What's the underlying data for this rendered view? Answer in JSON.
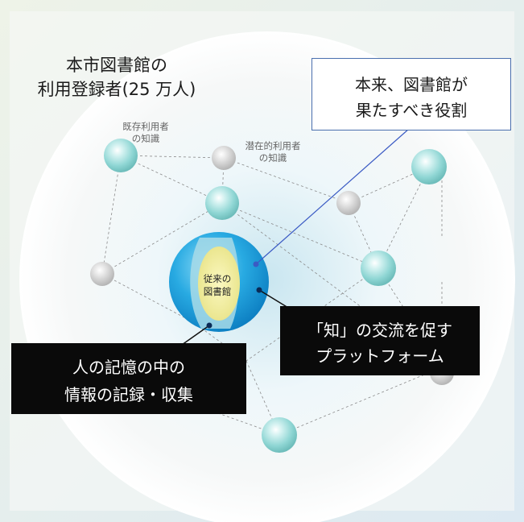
{
  "title": {
    "line1": "本市図書館の",
    "line2": "利用登録者(25 万人)"
  },
  "labels": {
    "existing": {
      "line1": "既存利用者",
      "line2": "の知識"
    },
    "latent": {
      "line1": "潜在的利用者",
      "line2": "の知識"
    },
    "core": {
      "line1": "従来の",
      "line2": "図書館"
    }
  },
  "role_box": {
    "line1": "本来、図書館が",
    "line2": "果たすべき役割"
  },
  "platform_box": {
    "line1": "「知」の交流を促す",
    "line2": "プラットフォーム"
  },
  "memory_box": {
    "line1": "人の記憶の中の",
    "line2": "情報の記録・収集"
  },
  "colors": {
    "teal_node": "#8fd6d4",
    "gray_node": "#c9c9c9",
    "core_blue": "#1aa0dc",
    "core_inner": "#f3ef9c",
    "pointer": "#3b5bc4",
    "callout_dark": "#0a0a0a"
  }
}
